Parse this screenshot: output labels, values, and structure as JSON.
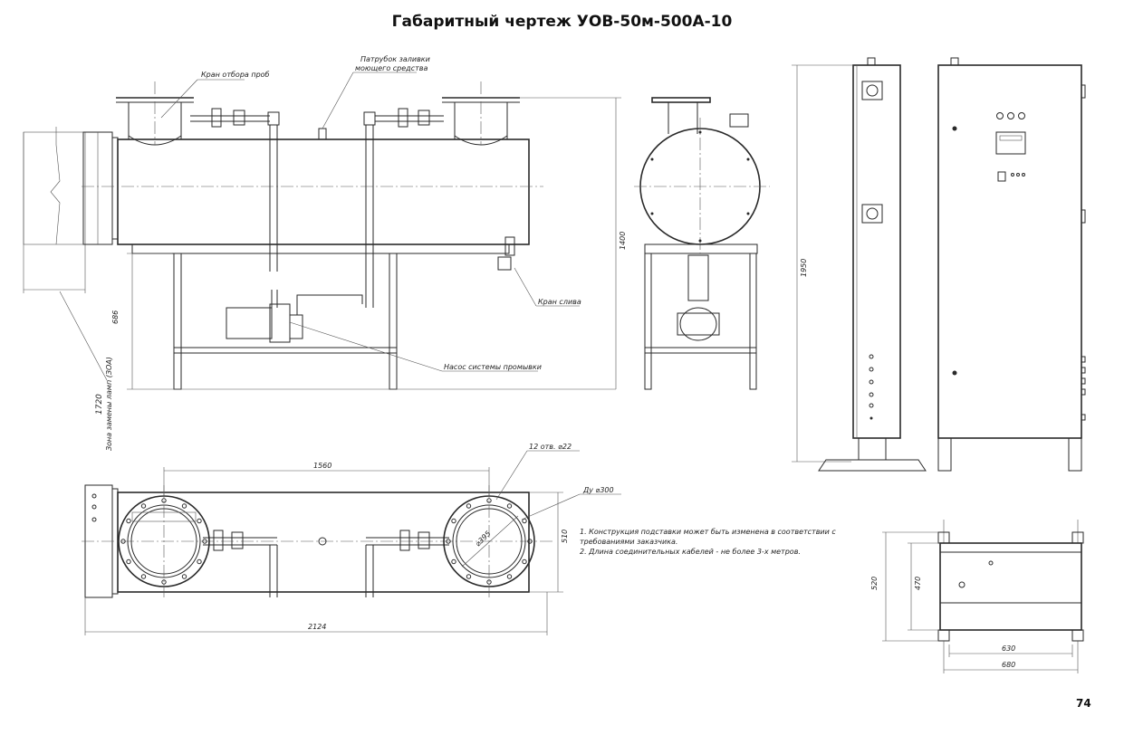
{
  "page": {
    "title": "Габаритный чертеж УОВ-50м-500А-10",
    "page_number": "74"
  },
  "front_view": {
    "label_sample_valve": "Кран отбора проб",
    "label_filler_line1": "Патрубок заливки",
    "label_filler_line2": "моющего средства",
    "label_drain_valve": "Кран слива",
    "label_pump": "Насос системы промывки",
    "dim_height_total": "1400",
    "dim_stand_height": "686",
    "dim_lamp_zone_1": "1720",
    "dim_lamp_zone_2": "Зона замены ламп (ЗОА)"
  },
  "cabinet_view": {
    "dim_height": "1950"
  },
  "plan_view": {
    "dim_flange_spacing": "1560",
    "dim_holes": "12 отв. ⌀22",
    "dim_dn": "Ду ⌀300",
    "dim_bolt_circle": "⌀395",
    "dim_width": "510",
    "dim_length": "2124"
  },
  "notes": {
    "line1": "1. Конструкция подставки может быть изменена в соответствии с",
    "line2": "требованиями заказчика.",
    "line3": "2. Длина соединительных кабелей - не более 3-х метров."
  },
  "base_view": {
    "dim_depth_outer": "520",
    "dim_depth_inner": "470",
    "dim_width_inner": "630",
    "dim_width_outer": "680"
  }
}
